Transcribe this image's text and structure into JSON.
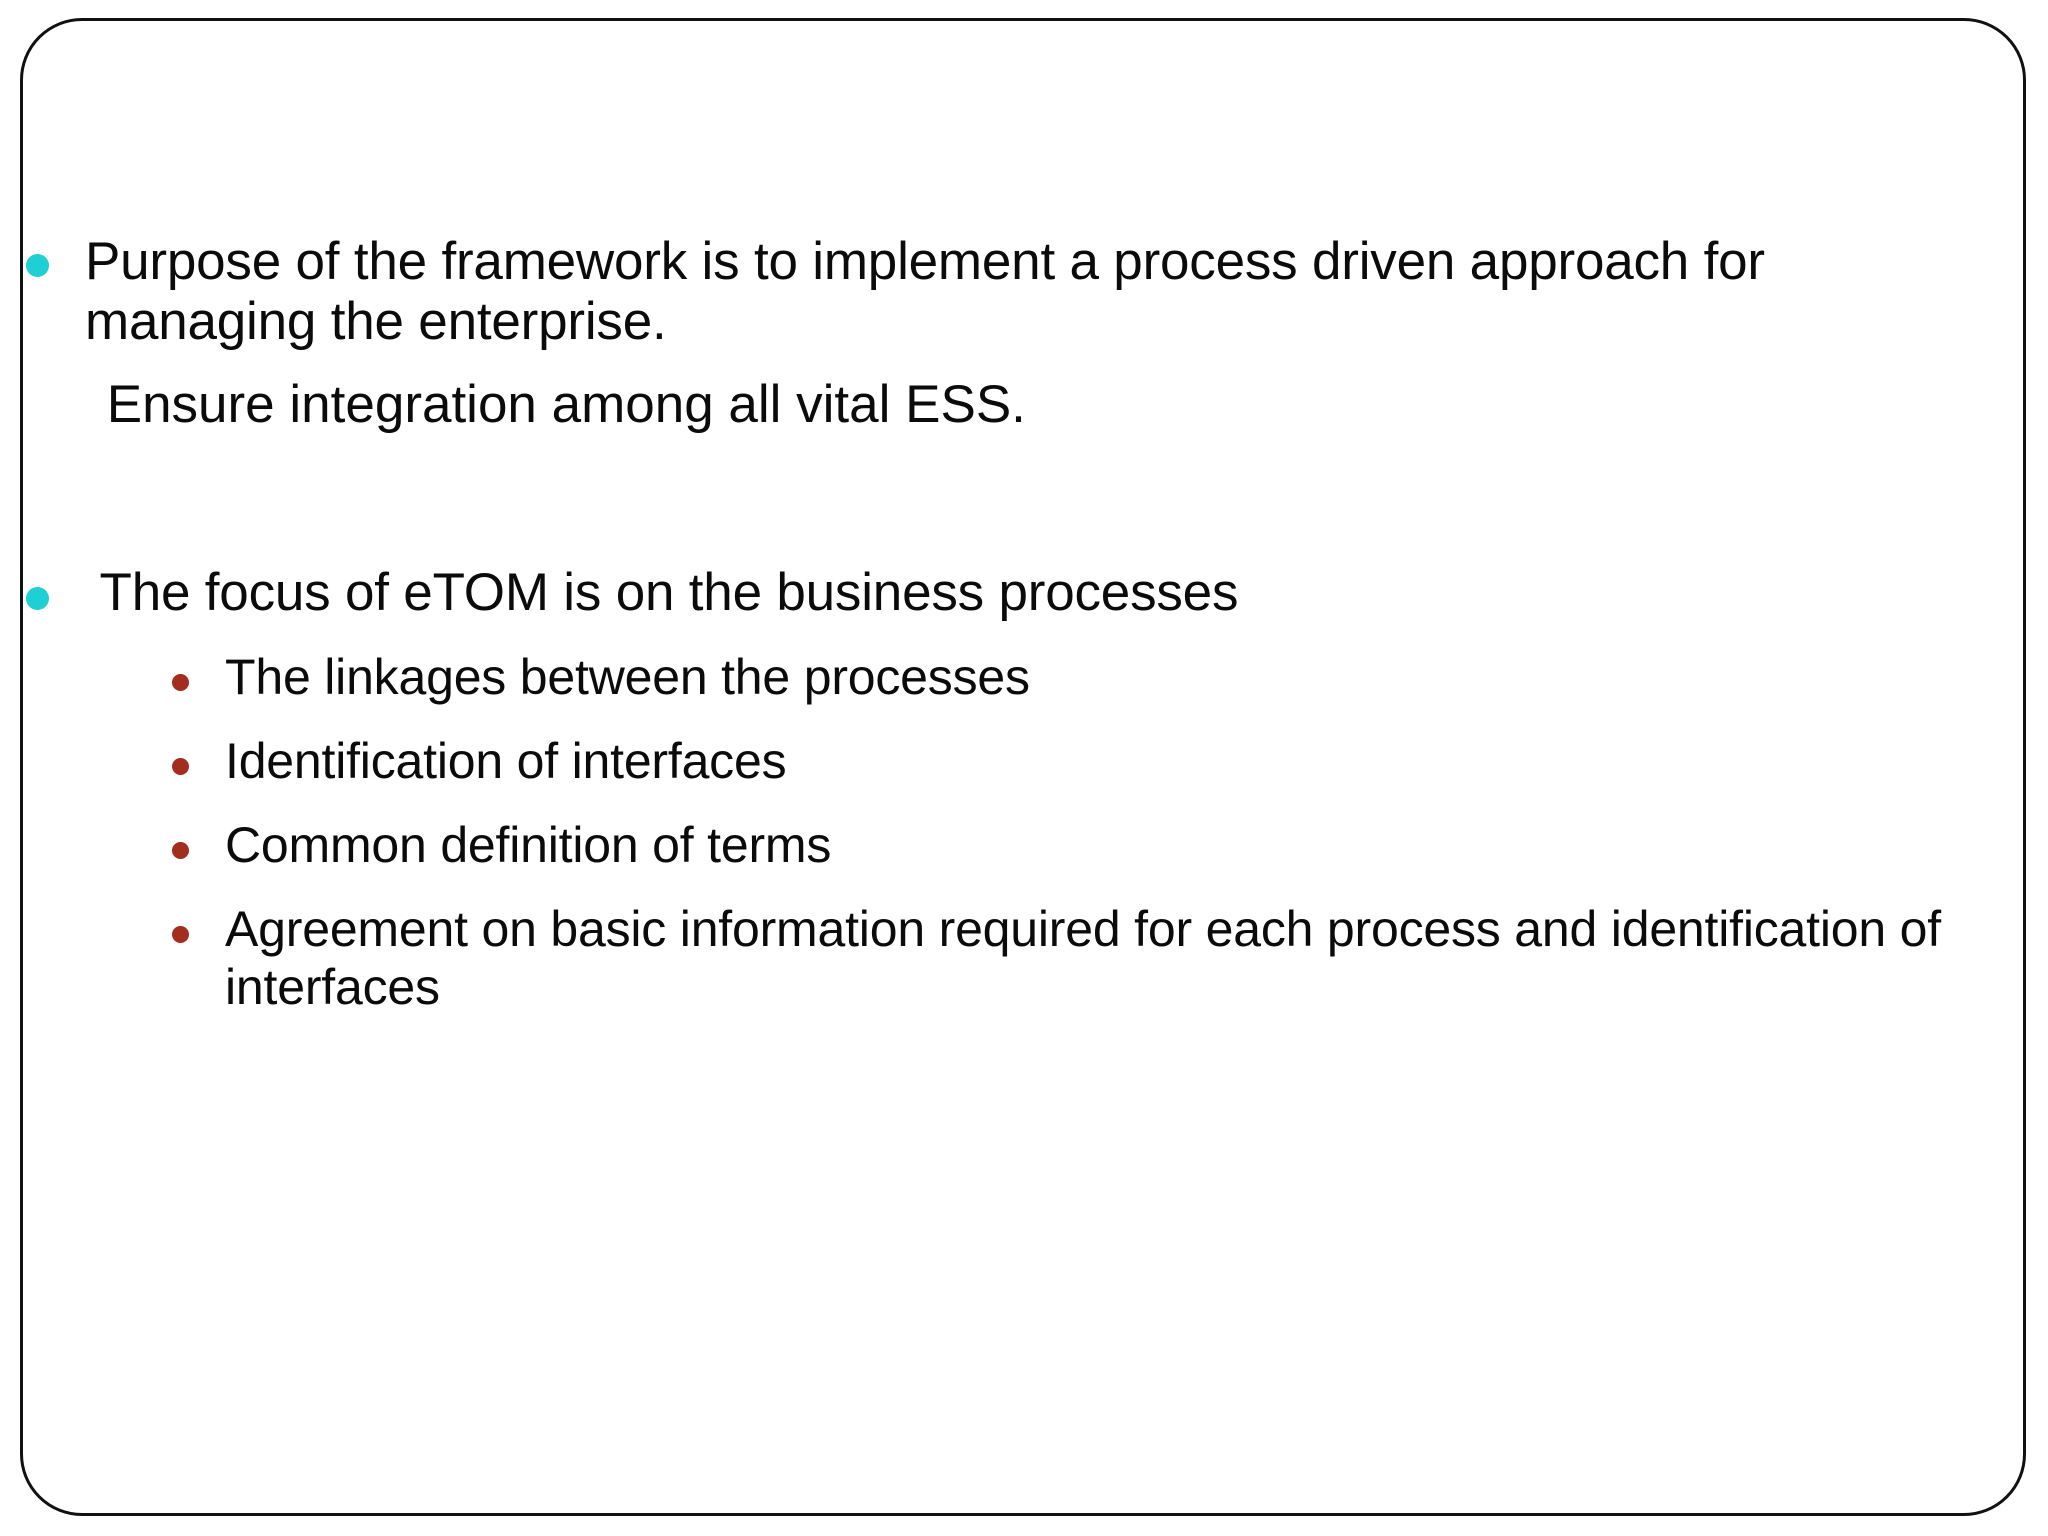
{
  "slide": {
    "background_color": "#FFFFFF",
    "border_color": "#111111",
    "level1_bullet_color": "#1ECFD5",
    "level2_bullet_color": "#A32D1E",
    "text_color": "#0B0B0B"
  },
  "body": {
    "bullets": [
      {
        "level": 1,
        "text": "Purpose of the framework is to implement a process driven approach for managing the enterprise.",
        "continuation": " Ensure integration among all vital ESS."
      },
      {
        "level": 1,
        "text": " The focus of eTOM is on the business processes",
        "children": [
          {
            "level": 2,
            "text": "The linkages between the processes"
          },
          {
            "level": 2,
            "text": "Identification of interfaces"
          },
          {
            "level": 2,
            "text": "Common definition of terms"
          },
          {
            "level": 2,
            "text": "Agreement on basic information required for each process and identification of interfaces"
          }
        ]
      }
    ]
  }
}
